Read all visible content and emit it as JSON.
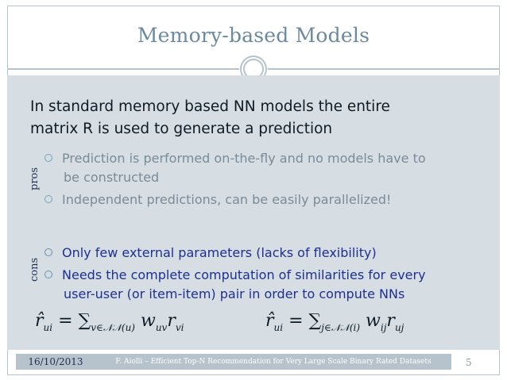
{
  "slide": {
    "title": "Memory-based Models",
    "main_text": {
      "line1": "In standard memory based NN models the entire",
      "line2": "matrix R is used to generate a prediction"
    },
    "pros_label": "pros",
    "cons_label": "cons",
    "pros": [
      {
        "line1": "Prediction is performed on-the-fly and no models have to",
        "line2": "be constructed"
      },
      {
        "line1": "Independent predictions, can be easily parallelized!"
      }
    ],
    "cons": [
      {
        "line1": "Only few external parameters (lacks of flexibility)"
      },
      {
        "line1": "Needs the complete computation of similarities for every",
        "line2": "user-user (or item-item) pair in order to compute NNs"
      }
    ],
    "formula_left": {
      "lhs": "r̂",
      "lhs_sub": "ui",
      "eq": " = ∑",
      "sum_sub": "v∈𝒩𝒩(u)",
      "term1": " w",
      "term1_sub": "uv",
      "term2": "r",
      "term2_sub": "vi"
    },
    "formula_right": {
      "lhs": "r̂",
      "lhs_sub": "ui",
      "eq": " = ∑",
      "sum_sub": "j∈𝒩𝒩(i)",
      "term1": " w",
      "term1_sub": "ij",
      "term2": "r",
      "term2_sub": "uj"
    },
    "footer": {
      "date": "16/10/2013",
      "center": "F. Aiolli –  Efficient Top-N Recommendation for Very Large Scale Binary Rated Datasets",
      "page": "5"
    }
  },
  "colors": {
    "title": "#6b8aa0",
    "panel": "#d6dee4",
    "pros_text": "#7a8a96",
    "cons_text": "#1f2f8f",
    "footer_bar": "#b6c3cc"
  }
}
